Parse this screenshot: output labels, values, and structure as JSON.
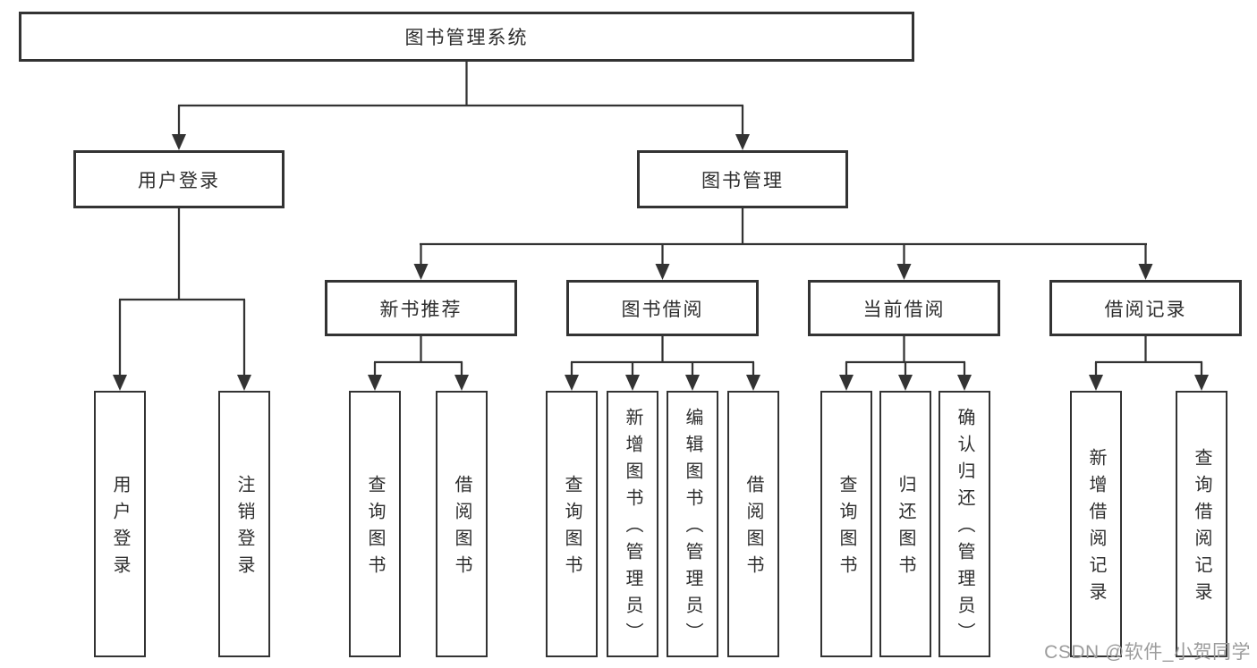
{
  "tree": {
    "root": {
      "label": "图书管理系统"
    },
    "branches": [
      {
        "label": "用户登录",
        "children": [
          {
            "label": "用户登录"
          },
          {
            "label": "注销登录"
          }
        ]
      },
      {
        "label": "图书管理",
        "children": [
          {
            "label": "新书推荐",
            "children": [
              {
                "label": "查询图书"
              },
              {
                "label": "借阅图书"
              }
            ]
          },
          {
            "label": "图书借阅",
            "children": [
              {
                "label": "查询图书"
              },
              {
                "label": "新增图书（管理员）"
              },
              {
                "label": "编辑图书（管理员）"
              },
              {
                "label": "借阅图书"
              }
            ]
          },
          {
            "label": "当前借阅",
            "children": [
              {
                "label": "查询图书"
              },
              {
                "label": "归还图书"
              },
              {
                "label": "确认归还（管理员）"
              }
            ]
          },
          {
            "label": "借阅记录",
            "children": [
              {
                "label": "新增借阅记录"
              },
              {
                "label": "查询借阅记录"
              }
            ]
          }
        ]
      }
    ]
  },
  "watermark": {
    "text": "CSDN @软件_小贺同学",
    "color": "#9c9c9c"
  },
  "colors": {
    "line": "#333333",
    "box_border": "#333333",
    "text": "#2e2e2e",
    "background": "#ffffff"
  }
}
